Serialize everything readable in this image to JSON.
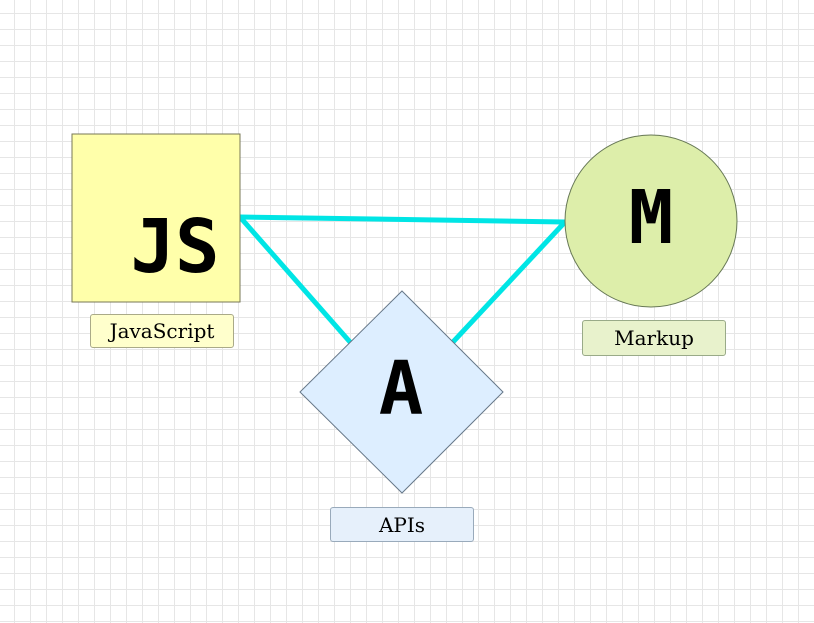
{
  "nodes": {
    "javascript": {
      "glyph": "JS",
      "label": "JavaScript",
      "fill": "#ffffaa",
      "stroke": "#777755",
      "label_fill": "#ffffcc",
      "label_border": "#aaaa88"
    },
    "apis": {
      "glyph": "A",
      "label": "APIs",
      "fill": "#ddeeff",
      "stroke": "#667788",
      "label_fill": "#e6f0fb",
      "label_border": "#99aabb"
    },
    "markup": {
      "glyph": "M",
      "label": "Markup",
      "fill": "#ddeeaa",
      "stroke": "#667755",
      "label_fill": "#e8f2cc",
      "label_border": "#99aa88"
    }
  },
  "connector_color": "#00e5e5",
  "background": "#ffffff",
  "grid_color": "#e6e6e6"
}
